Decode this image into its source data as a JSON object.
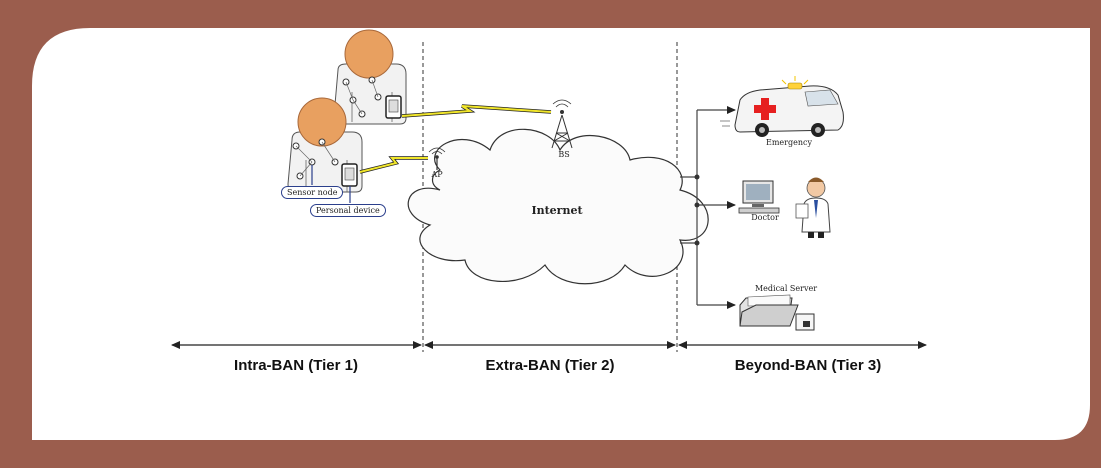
{
  "colors": {
    "frame": "#9b5d4d",
    "background": "#ffffff",
    "person_head": "#e8a060",
    "lightning": "#f1e62a",
    "ambulance_cross": "#e62020",
    "line": "#333333"
  },
  "labels": {
    "sensor_node": "Sensor node",
    "personal_device": "Personal device",
    "ap": "AP",
    "bs": "BS",
    "internet": "Internet",
    "emergency": "Emergency",
    "doctor": "Doctor",
    "medical_server": "Medical Server"
  },
  "tiers": {
    "tier1": "Intra-BAN (Tier 1)",
    "tier2": "Extra-BAN (Tier 2)",
    "tier3": "Beyond-BAN (Tier 3)"
  }
}
